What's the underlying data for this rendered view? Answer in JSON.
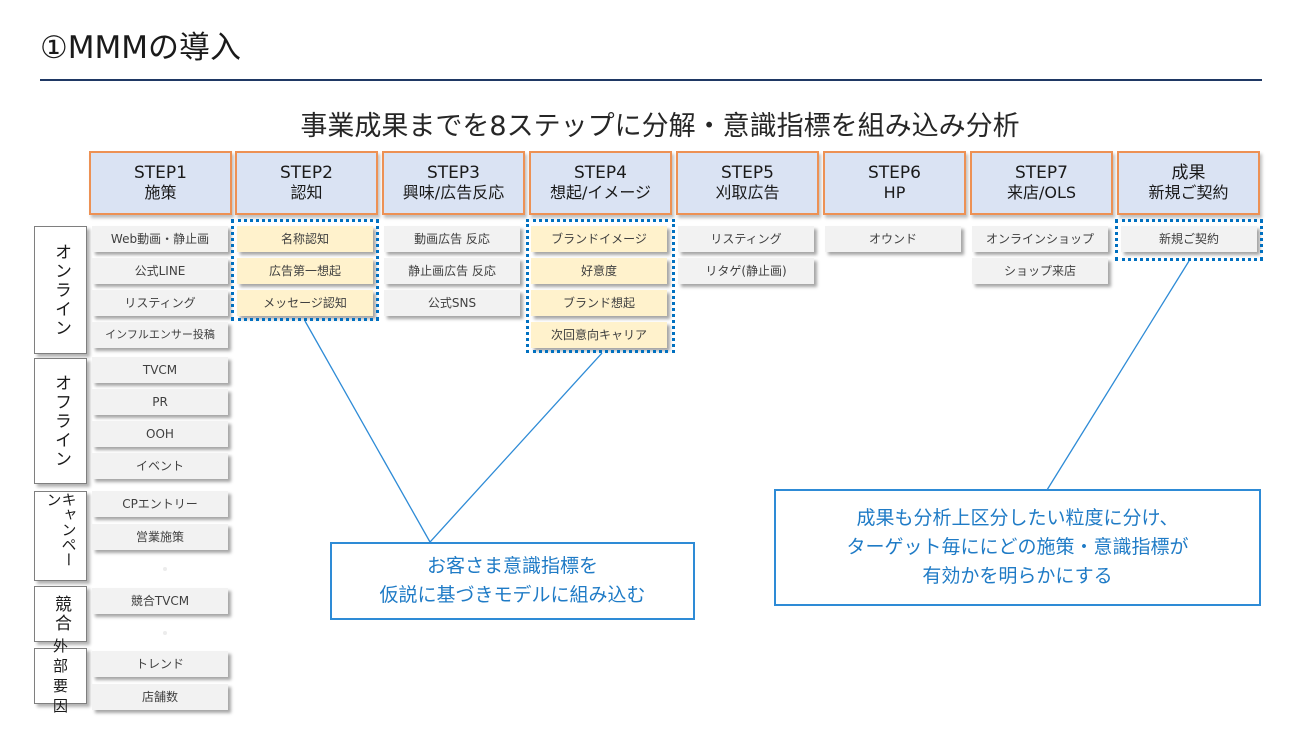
{
  "page": {
    "title": "①MMMの導入",
    "subtitle": "事業成果までを8ステップに分解・意識指標を組み込み分析"
  },
  "colors": {
    "header_fill": "#dae3f3",
    "header_border": "#ed9154",
    "highlight_fill": "#fff2cc",
    "cell_fill": "#f2f2f2",
    "accent_blue": "#0070c0",
    "callout_text": "#1f7bc6",
    "rule": "#1f3864"
  },
  "steps": [
    {
      "line1": "STEP1",
      "line2": "施策"
    },
    {
      "line1": "STEP2",
      "line2": "認知"
    },
    {
      "line1": "STEP3",
      "line2": "興味/広告反応"
    },
    {
      "line1": "STEP4",
      "line2": "想起/イメージ"
    },
    {
      "line1": "STEP5",
      "line2": "刈取広告"
    },
    {
      "line1": "STEP6",
      "line2": "HP"
    },
    {
      "line1": "STEP7",
      "line2": "来店/OLS"
    },
    {
      "line1": "成果",
      "line2": "新規ご契約"
    }
  ],
  "categories": [
    {
      "label": "オンライン"
    },
    {
      "label": "オフライン"
    },
    {
      "label": "キャンペーン"
    },
    {
      "label": "競合"
    },
    {
      "label": "外部要因",
      "line1": "外 部",
      "line2": "要 因"
    }
  ],
  "step1_items": {
    "online": [
      "Web動画・静止画",
      "公式LINE",
      "リスティング",
      "インフルエンサー投稿"
    ],
    "offline": [
      "TVCM",
      "PR",
      "OOH",
      "イベント"
    ],
    "campaign": [
      "CPエントリー",
      "営業施策"
    ],
    "competitor": [
      "競合TVCM"
    ],
    "external": [
      "トレンド",
      "店舗数"
    ]
  },
  "step2_items": [
    "名称認知",
    "広告第一想起",
    "メッセージ認知"
  ],
  "step3_items": [
    "動画広告 反応",
    "静止画広告 反応",
    "公式SNS"
  ],
  "step4_items": [
    "ブランドイメージ",
    "好意度",
    "ブランド想起",
    "次回意向キャリア"
  ],
  "step5_items": [
    "リスティング",
    "リタゲ(静止画)"
  ],
  "step6_items": [
    "オウンド"
  ],
  "step7_items": [
    "オンラインショップ",
    "ショップ来店"
  ],
  "result_items": [
    "新規ご契約"
  ],
  "callouts": {
    "awareness": {
      "line1": "お客さま意識指標を",
      "line2": "仮説に基づきモデルに組み込む"
    },
    "result": {
      "line1": "成果も分析上区分したい粒度に分け、",
      "line2": "ターゲット毎ににどの施策・意識指標が",
      "line3": "有効かを明らかにする"
    }
  }
}
